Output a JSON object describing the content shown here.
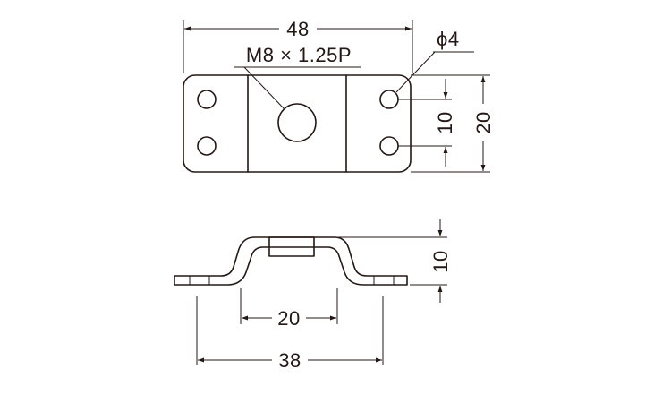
{
  "diagram": {
    "top_view": {
      "overall_length": "48",
      "thread_label": "M8 × 1.25P",
      "hole_diameter": "ϕ4",
      "hole_pitch": "10",
      "overall_width": "20"
    },
    "side_view": {
      "height": "10",
      "inner_span": "20",
      "hole_span": "38"
    }
  }
}
